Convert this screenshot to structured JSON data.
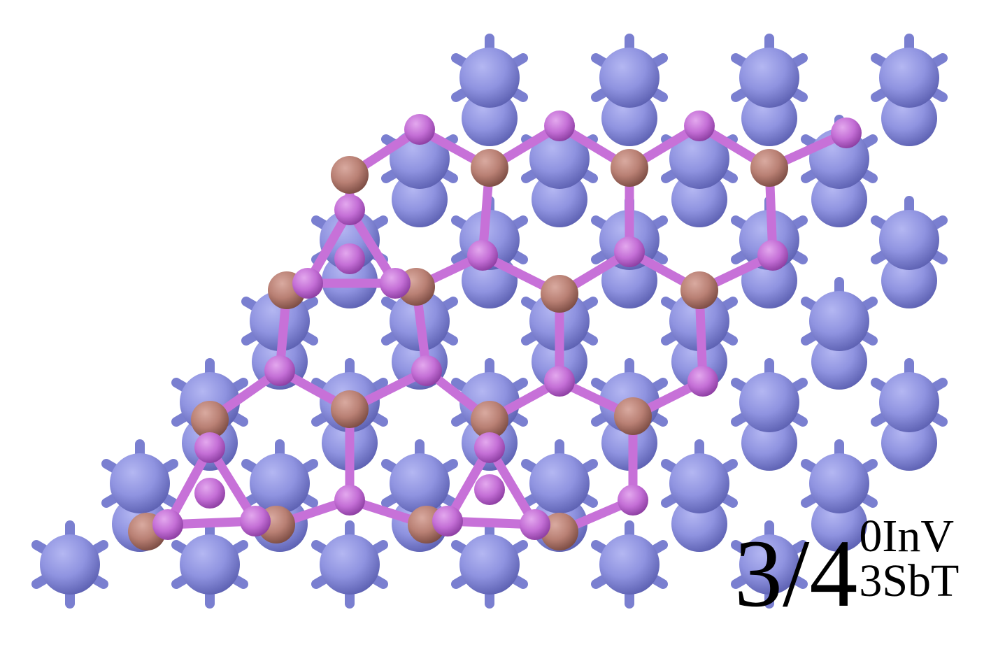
{
  "label": {
    "main": "3/4",
    "superscript": "0InV",
    "subscript": "3SbT"
  },
  "colors": {
    "background": "#ffffff",
    "substrate_atom": "#8f93e0",
    "substrate_bond": "#7a7fd0",
    "pink_atom": "#c46fd6",
    "pink_bond": "#c771d8",
    "tan_atom": "#b98074",
    "tan_bond": "#c98a79",
    "label_text": "#000000"
  },
  "atom_types": [
    "substrate",
    "pink",
    "tan"
  ]
}
